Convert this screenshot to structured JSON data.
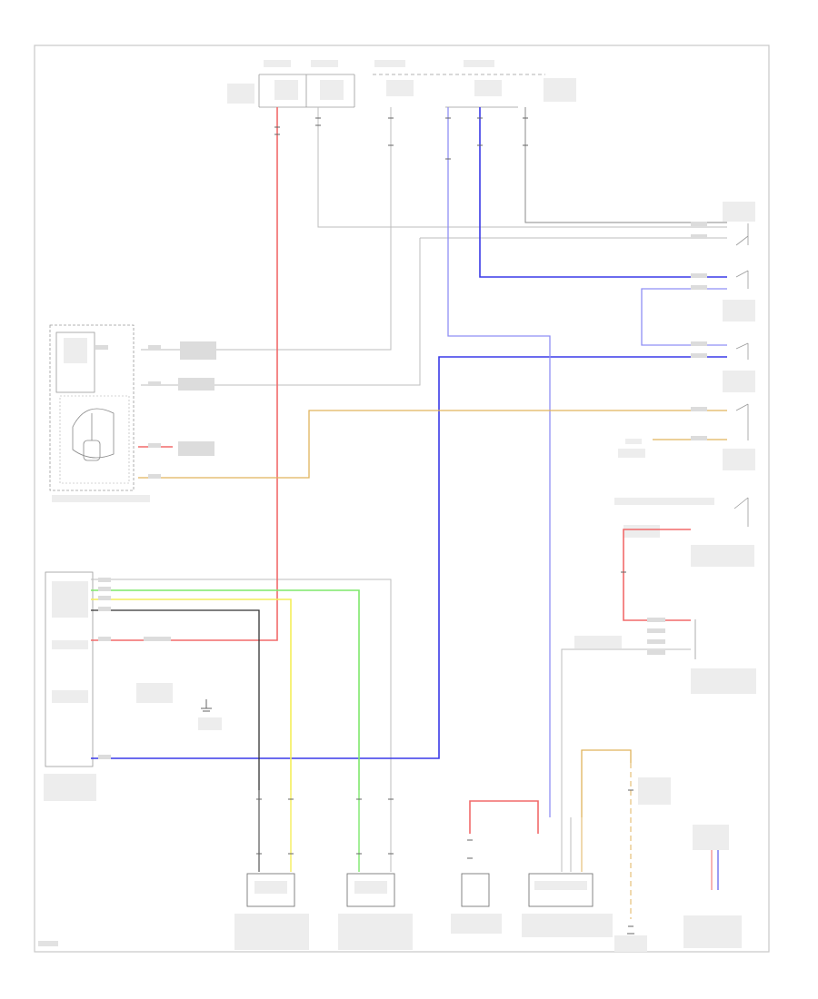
{
  "diagram": {
    "footer_code": "",
    "blocks": [
      {
        "id": "combination-meter",
        "label": ""
      },
      {
        "id": "seat-belt-control-ecu",
        "label": ""
      },
      {
        "id": "driver-buckle-switch",
        "label": ""
      },
      {
        "id": "passenger-buckle-switch",
        "label": ""
      },
      {
        "id": "occupant-detection-sensor",
        "label": ""
      },
      {
        "id": "occupant-classification-ecu",
        "label": ""
      },
      {
        "id": "seat-position-sensor",
        "label": ""
      }
    ],
    "wire_colors": {
      "red": "#f26a6a",
      "blue": "#3a3ae8",
      "lightblue": "#8f8ff5",
      "yellow": "#f4ee5a",
      "green": "#7ee86c",
      "orange": "#e0b35c",
      "gray": "#777777",
      "lightgray": "#bdbdbd",
      "black": "#222222"
    }
  }
}
